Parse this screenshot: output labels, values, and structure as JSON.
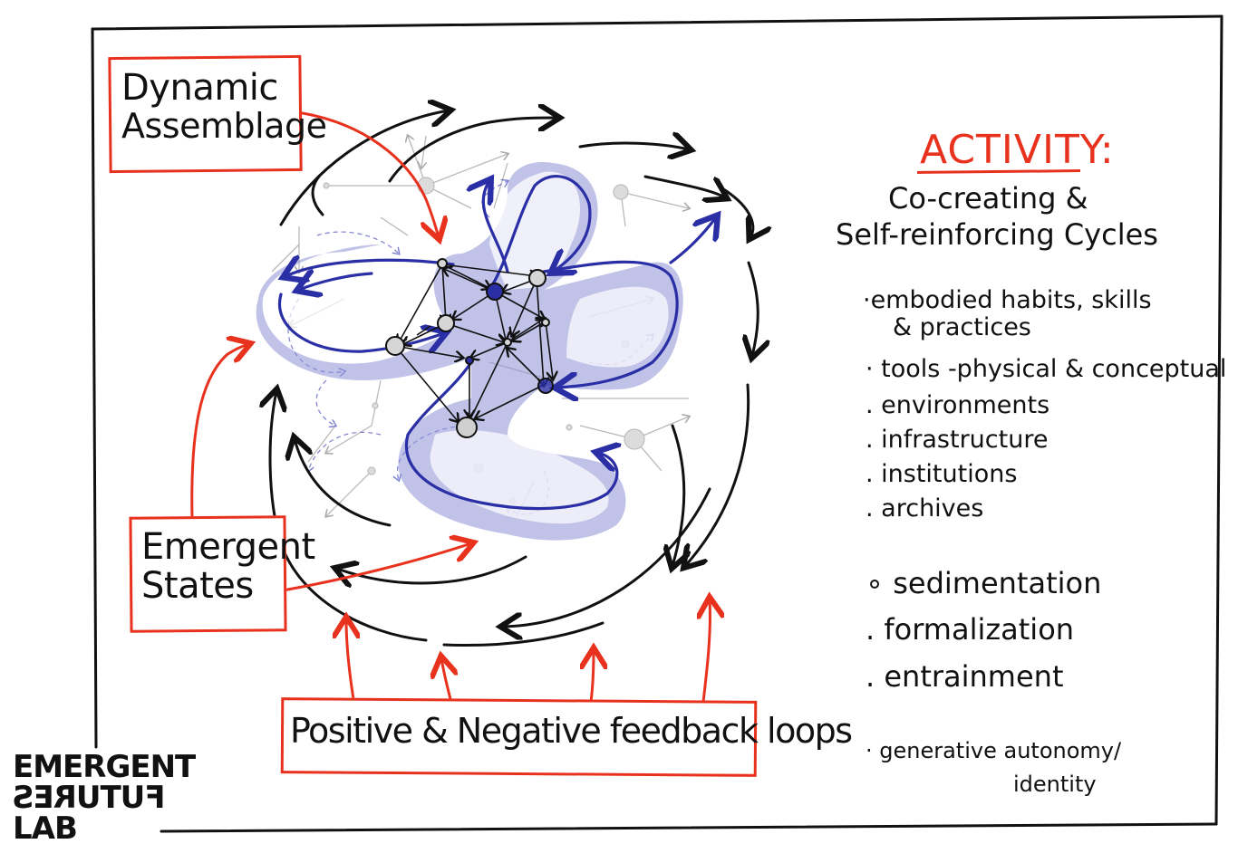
{
  "labels": {
    "dynamic_assemblage_line1": "Dynamic",
    "dynamic_assemblage_line2": "Assemblage",
    "emergent_states_line1": "Emergent",
    "emergent_states_line2": "States",
    "feedback_loops": "Positive & Negative feedback loops"
  },
  "activity": {
    "title": "ACTIVITY:",
    "subtitle_line1": "Co-creating &",
    "subtitle_line2": "Self-reinforcing Cycles",
    "list1": [
      "·embodied habits, skills",
      "& practices",
      "· tools -physical & conceptual",
      ". environments",
      ". infrastructure",
      ". institutions",
      ". archives"
    ],
    "list2": [
      "∘ sedimentation",
      ". formalization",
      ". entrainment"
    ],
    "list3_line1": "· generative   autonomy/",
    "list3_line2": "identity"
  },
  "logo": {
    "line1": "EMERGENT",
    "line2": "FUTURES",
    "line3": "LAB"
  },
  "colors": {
    "red": "#e8321e",
    "blue": "#2b2fa6",
    "blue_fill": "#8d8fd6",
    "ink": "#111111",
    "node_fill": "#cfcfcf"
  }
}
